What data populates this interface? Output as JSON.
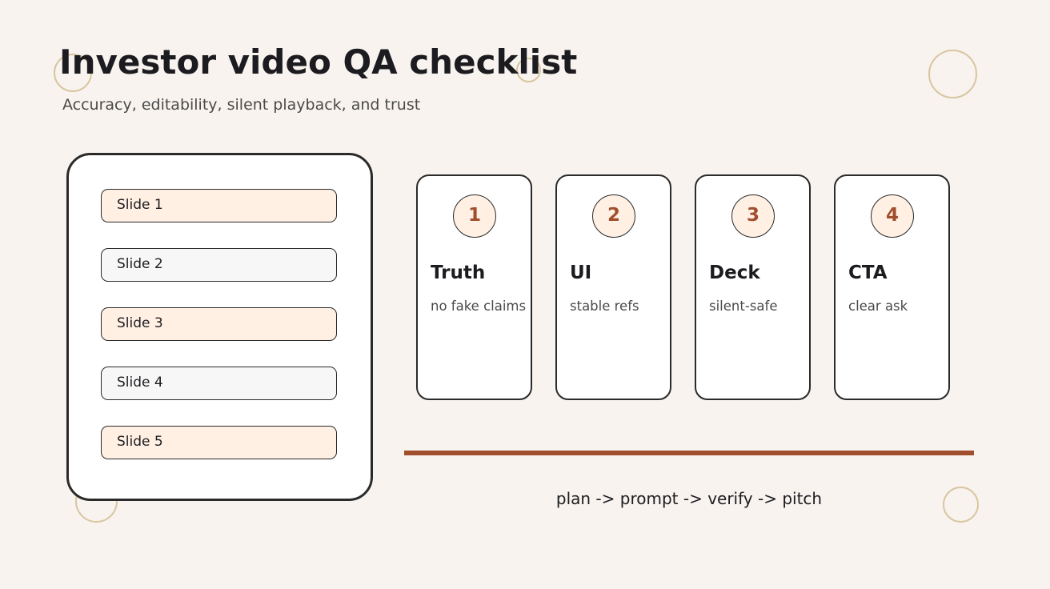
{
  "title": "Investor video QA checklist",
  "subtitle": "Accuracy, editability, silent playback, and trust",
  "slides": [
    {
      "label": "Slide 1"
    },
    {
      "label": "Slide 2"
    },
    {
      "label": "Slide 3"
    },
    {
      "label": "Slide 4"
    },
    {
      "label": "Slide 5"
    }
  ],
  "checks": [
    {
      "number": "1",
      "title": "Truth",
      "description": "no fake claims"
    },
    {
      "number": "2",
      "title": "UI",
      "description": "stable refs"
    },
    {
      "number": "3",
      "title": "Deck",
      "description": "silent-safe"
    },
    {
      "number": "4",
      "title": "CTA",
      "description": "clear ask"
    }
  ],
  "flow": "plan -> prompt -> verify -> pitch",
  "colors": {
    "background": "#f8f3ef",
    "accent": "#a14e2d",
    "highlight_fill": "#fff0e3",
    "neutral_fill": "#f7f7f7",
    "decor_ring": "#d8c6a0",
    "ink": "#1c1c20"
  }
}
